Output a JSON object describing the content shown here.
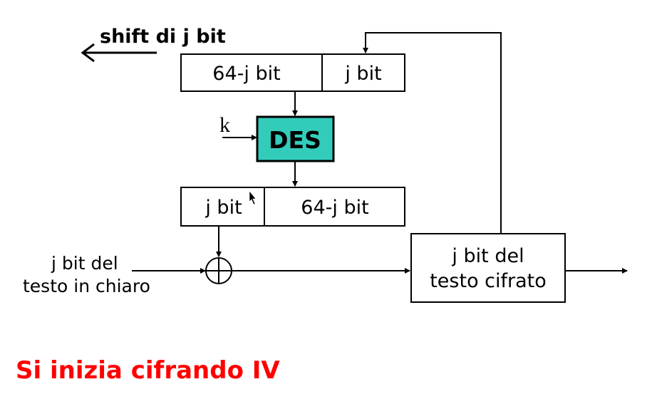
{
  "shift_label": "shift di j bit",
  "top_register": {
    "left_label": "64-j bit",
    "right_label": "j bit"
  },
  "key_label": "k",
  "des_label": "DES",
  "bottom_register": {
    "left_label": "j bit",
    "right_label": "64-j bit"
  },
  "plaintext_label": {
    "line1": "j bit del",
    "line2": "testo in chiaro"
  },
  "ciphertext_label": {
    "line1": "j bit del",
    "line2": "testo cifrato"
  },
  "caption": "Si inizia cifrando IV",
  "colors": {
    "des_fill": "#33ccbb",
    "caption": "#ff0000",
    "stroke": "#000000"
  }
}
